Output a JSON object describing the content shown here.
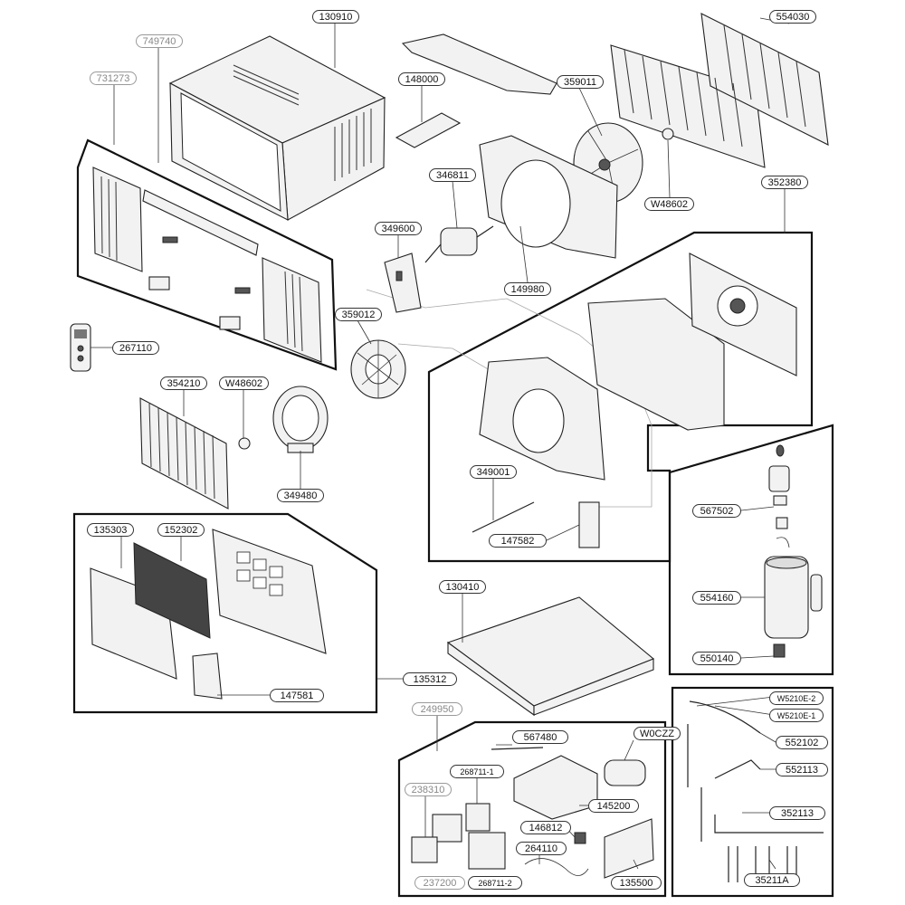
{
  "diagram": {
    "parts": [
      {
        "id": "p130910",
        "label": "130910"
      },
      {
        "id": "p749740",
        "label": "749740"
      },
      {
        "id": "p731273",
        "label": "731273"
      },
      {
        "id": "p148000",
        "label": "148000"
      },
      {
        "id": "p359011",
        "label": "359011"
      },
      {
        "id": "p554030",
        "label": "554030"
      },
      {
        "id": "p346811",
        "label": "346811"
      },
      {
        "id": "pW48602a",
        "label": "W48602"
      },
      {
        "id": "p352380",
        "label": "352380"
      },
      {
        "id": "p349600",
        "label": "349600"
      },
      {
        "id": "p149980",
        "label": "149980"
      },
      {
        "id": "p359012",
        "label": "359012"
      },
      {
        "id": "p267110",
        "label": "267110"
      },
      {
        "id": "p354210",
        "label": "354210"
      },
      {
        "id": "pW48602b",
        "label": "W48602"
      },
      {
        "id": "p349480",
        "label": "349480"
      },
      {
        "id": "p349001",
        "label": "349001"
      },
      {
        "id": "p147582",
        "label": "147582"
      },
      {
        "id": "p567502",
        "label": "567502"
      },
      {
        "id": "p135303",
        "label": "135303"
      },
      {
        "id": "p152302",
        "label": "152302"
      },
      {
        "id": "p130410",
        "label": "130410"
      },
      {
        "id": "p554160",
        "label": "554160"
      },
      {
        "id": "p550140",
        "label": "550140"
      },
      {
        "id": "p135312",
        "label": "135312"
      },
      {
        "id": "p147581",
        "label": "147581"
      },
      {
        "id": "p249950",
        "label": "249950"
      },
      {
        "id": "pW5210E2",
        "label": "W5210E-2"
      },
      {
        "id": "pW5210E1",
        "label": "W5210E-1"
      },
      {
        "id": "p552102",
        "label": "552102"
      },
      {
        "id": "p552113a",
        "label": "552113"
      },
      {
        "id": "p352113",
        "label": "352113"
      },
      {
        "id": "p35211A",
        "label": "35211A"
      },
      {
        "id": "p567480",
        "label": "567480"
      },
      {
        "id": "pW0CZZ",
        "label": "W0CZZ"
      },
      {
        "id": "p268711_1",
        "label": "268711-1"
      },
      {
        "id": "p238310",
        "label": "238310"
      },
      {
        "id": "p145200",
        "label": "145200"
      },
      {
        "id": "p146812",
        "label": "146812"
      },
      {
        "id": "p264110",
        "label": "264110"
      },
      {
        "id": "p237200",
        "label": "237200"
      },
      {
        "id": "p268711_2",
        "label": "268711-2"
      },
      {
        "id": "p135500",
        "label": "135500"
      }
    ]
  }
}
